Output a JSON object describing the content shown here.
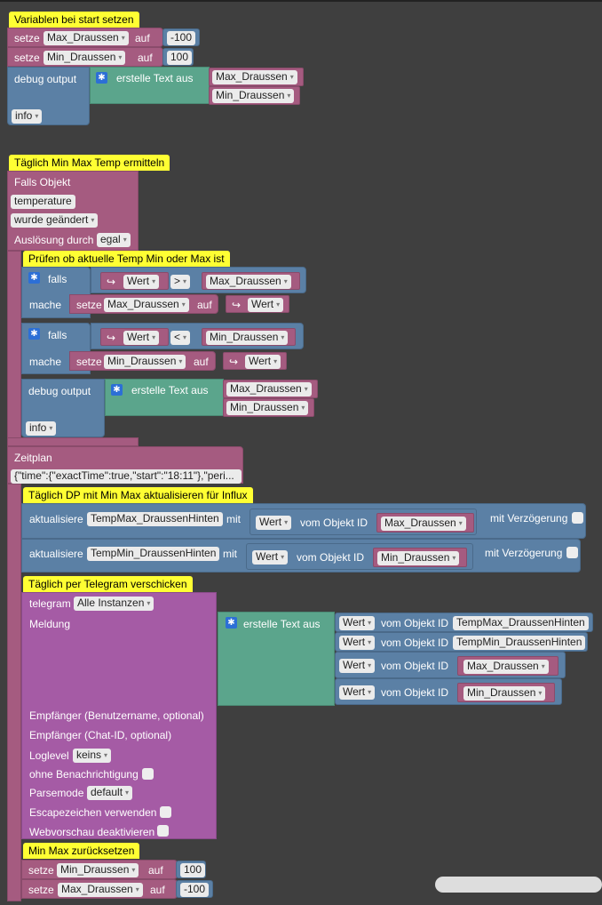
{
  "c1": "Variablen bei start setzen",
  "c2": "Täglich Min Max Temp ermitteln",
  "c3": "Prüfen ob aktuelle Temp Min oder Max ist",
  "c4": "Täglich DP mit Min Max aktualisieren für Influx",
  "c5": "Täglich per Telegram verschicken",
  "c6": "Min Max zurücksetzen",
  "setze": "setze",
  "auf": "auf",
  "debug": "debug output",
  "erstelle": "erstelle Text aus",
  "info": "info",
  "falls_obj": "Falls Objekt",
  "temperature": "temperature",
  "geaendert": "wurde geändert",
  "ausl": "Auslösung durch",
  "egal": "egal",
  "falls": "falls",
  "mache": "mache",
  "wert": "Wert",
  "gt": ">",
  "lt": "<",
  "zeitplan": "Zeitplan",
  "cron": "{\"time\":{\"exactTime\":true,\"start\":\"18:11\"},\"peri...",
  "aktualisiere": "aktualisiere",
  "mit": "mit",
  "vomobj": "vom Objekt ID",
  "verz": "mit Verzögerung",
  "tmax": "TempMax_DraussenHinten",
  "tmin": "TempMin_DraussenHinten",
  "maxd": "Max_Draussen",
  "mind": "Min_Draussen",
  "v_m100": "-100",
  "v_100": "100",
  "telegram": "telegram",
  "instanzen": "Alle Instanzen",
  "meldung": "Meldung",
  "empf1": "Empfänger (Benutzername, optional)",
  "empf2": "Empfänger (Chat-ID, optional)",
  "loglevel": "Loglevel",
  "keins": "keins",
  "ohne": "ohne Benachrichtigung",
  "parsemode": "Parsemode",
  "default": "default",
  "escape": "Escapezeichen verwenden",
  "web": "Webvorschau deaktivieren",
  "arrow": "↪",
  "gear": "✱",
  "dropdown": "▾"
}
